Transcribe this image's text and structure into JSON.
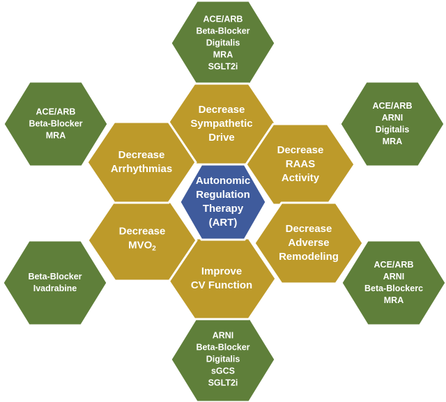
{
  "colors": {
    "center_fill": "#3f5b9c",
    "mid_fill": "#bd9a2a",
    "outer_fill": "#5f7f3a",
    "border": "#ffffff"
  },
  "center": {
    "lines": [
      "Autonomic",
      "Regulation",
      "Therapy",
      "(ART)"
    ]
  },
  "effects": [
    {
      "id": "sympathetic",
      "lines": [
        "Decrease",
        "Sympathetic",
        "Drive"
      ]
    },
    {
      "id": "raas",
      "lines": [
        "Decrease",
        "RAAS",
        "Activity"
      ]
    },
    {
      "id": "remodeling",
      "lines": [
        "Decrease",
        "Adverse",
        "Remodeling"
      ]
    },
    {
      "id": "cv-function",
      "lines": [
        "Improve",
        "CV Function"
      ]
    },
    {
      "id": "mvo2",
      "lines": [
        "Decrease",
        "MVO"
      ],
      "subscript": "2"
    },
    {
      "id": "arrhythmias",
      "lines": [
        "Decrease",
        "Arrhythmias"
      ]
    }
  ],
  "therapies": [
    {
      "id": "top",
      "lines": [
        "ACE/ARB",
        "Beta-Blocker",
        "Digitalis",
        "MRA",
        "SGLT2i"
      ]
    },
    {
      "id": "upper-right",
      "lines": [
        "ACE/ARB",
        "ARNI",
        "Digitalis",
        "MRA"
      ]
    },
    {
      "id": "lower-right",
      "lines": [
        "ACE/ARB",
        "ARNI",
        "Beta-Blockerc",
        "MRA"
      ]
    },
    {
      "id": "bottom",
      "lines": [
        "ARNI",
        "Beta-Blocker",
        "Digitalis",
        "sGCS",
        "SGLT2i"
      ]
    },
    {
      "id": "lower-left",
      "lines": [
        "Beta-Blocker",
        "Ivadrabine"
      ]
    },
    {
      "id": "upper-left",
      "lines": [
        "ACE/ARB",
        "Beta-Blocker",
        "MRA"
      ]
    }
  ]
}
